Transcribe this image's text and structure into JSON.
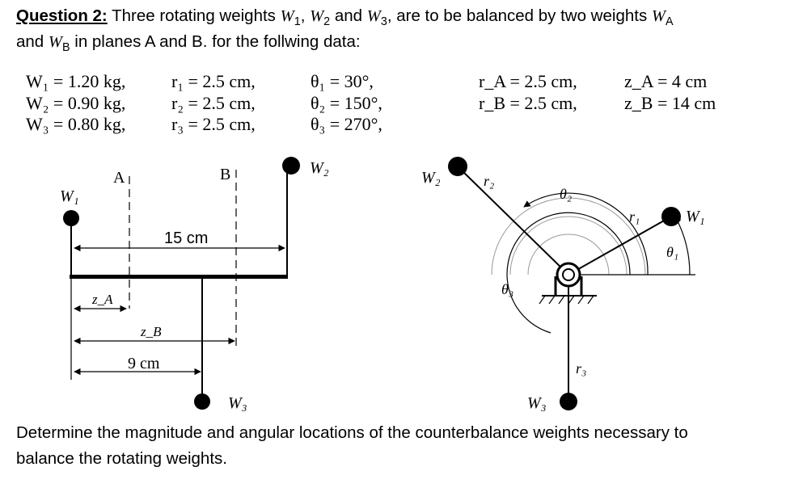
{
  "question": {
    "label": "Question 2:",
    "intro_a": " Three rotating weights ",
    "w1": "W",
    "w1_sub": "1",
    "sep1": ", ",
    "w2": "W",
    "w2_sub": "2",
    "and1": " and ",
    "w3": "W",
    "w3_sub": "3",
    "intro_b": ",  are to be balanced by two weights ",
    "wa": "W",
    "wa_sub": "A",
    "line2_a": "and ",
    "wb": "W",
    "wb_sub": "B",
    "line2_b": " in planes A and B. for the follwing data:"
  },
  "data_rows": {
    "masses": [
      "W₁ = 1.20 kg,",
      "W₂ = 0.90 kg,",
      "W₃ = 0.80 kg,"
    ],
    "radii": [
      "r₁ = 2.5 cm,",
      "r₂ = 2.5 cm,",
      "r₃ = 2.5 cm,"
    ],
    "angles": [
      "θ₁ = 30°,",
      "θ₂ = 150°,",
      "θ₃ = 270°,"
    ],
    "plane_radii": [
      "r_A = 2.5 cm,",
      "r_B = 2.5 cm,"
    ],
    "plane_z": [
      "z_A = 4 cm",
      "z_B = 14 cm"
    ]
  },
  "side_view": {
    "plane_a": "A",
    "plane_b": "B",
    "w1": "W₁",
    "w2": "W₂",
    "w3": "W₃",
    "dim_15": "15 cm",
    "dim_9": "9 cm",
    "za": "z_A",
    "zb": "z_B"
  },
  "end_view": {
    "w1": "W₁",
    "w2": "W₂",
    "w3": "W₃",
    "r1": "r₁",
    "r2": "r₂",
    "r3": "r₃",
    "th1": "θ₁",
    "th2": "θ₂",
    "th3": "θ₃"
  },
  "footer": {
    "line1": "Determine the magnitude and angular locations of the counterbalance weights necessary to",
    "line2": "balance the rotating weights."
  }
}
